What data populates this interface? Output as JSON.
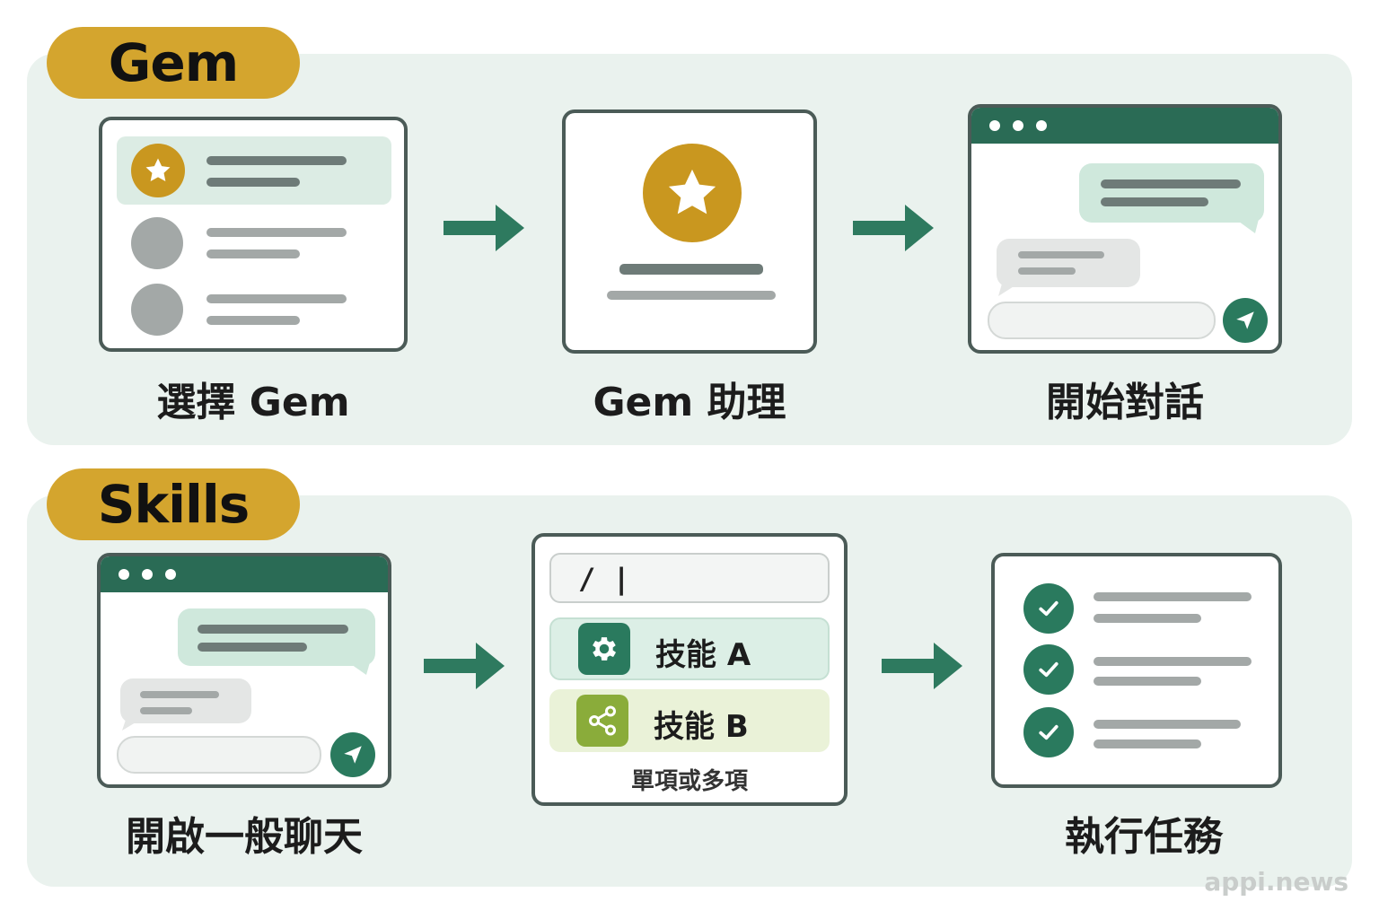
{
  "gem": {
    "pill_label": "Gem",
    "steps": [
      "選擇 Gem",
      "Gem 助理",
      "開始對話"
    ]
  },
  "skills": {
    "pill_label": "Skills",
    "slash_input": "/ |",
    "skill_a": "技能 A",
    "skill_b": "技能 B",
    "selection_note": "單項或多項",
    "steps": [
      "開啟一般聊天",
      "執行任務"
    ]
  },
  "watermark": "appi.news",
  "icons": [
    "star-icon",
    "send-icon",
    "gear-icon",
    "share-icon",
    "check-icon",
    "arrow-right-icon"
  ],
  "colors": {
    "accent_gold": "#d4a52e",
    "primary_green": "#2a7a5e",
    "section_bg": "#eaf2ee",
    "skill_a_bg": "#dcefe6",
    "skill_b_bg": "#eaf2d8",
    "skill_b_icon": "#8aac3a"
  }
}
